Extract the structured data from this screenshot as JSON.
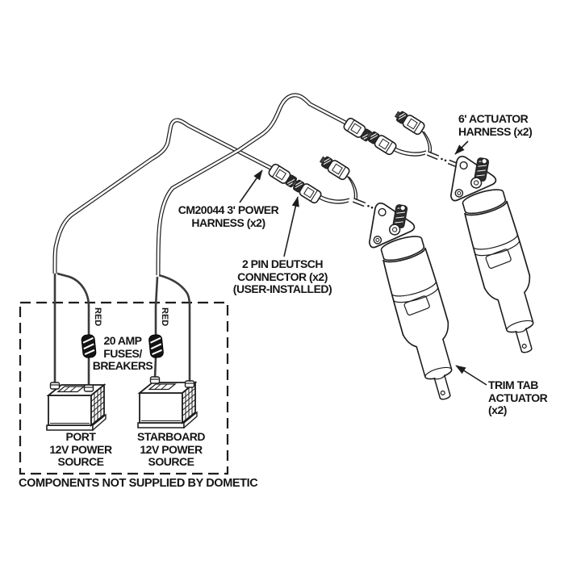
{
  "diagram": {
    "background": "#ffffff",
    "line_color": "#1d1d1d",
    "labels": {
      "actuator_harness": {
        "lines": [
          "6' ACTUATOR",
          "HARNESS (x2)"
        ]
      },
      "power_harness": {
        "lines": [
          "CM20044 3' POWER",
          "HARNESS (x2)"
        ]
      },
      "deutsch_connector": {
        "lines": [
          "2 PIN DEUTSCH",
          "CONNECTOR (x2)",
          "(USER-INSTALLED)"
        ]
      },
      "fuses": {
        "lines": [
          "20 AMP",
          "FUSES/",
          "BREAKERS"
        ]
      },
      "port_power": {
        "lines": [
          "PORT",
          "12V POWER",
          "SOURCE"
        ]
      },
      "starboard_power": {
        "lines": [
          "STARBOARD",
          "12V POWER",
          "SOURCE"
        ]
      },
      "trim_tab": {
        "lines": [
          "TRIM TAB",
          "ACTUATOR",
          "(x2)"
        ]
      },
      "red_wire_port": "RED",
      "red_wire_starboard": "RED",
      "footer": "COMPONENTS NOT SUPPLIED BY DOMETIC"
    }
  }
}
